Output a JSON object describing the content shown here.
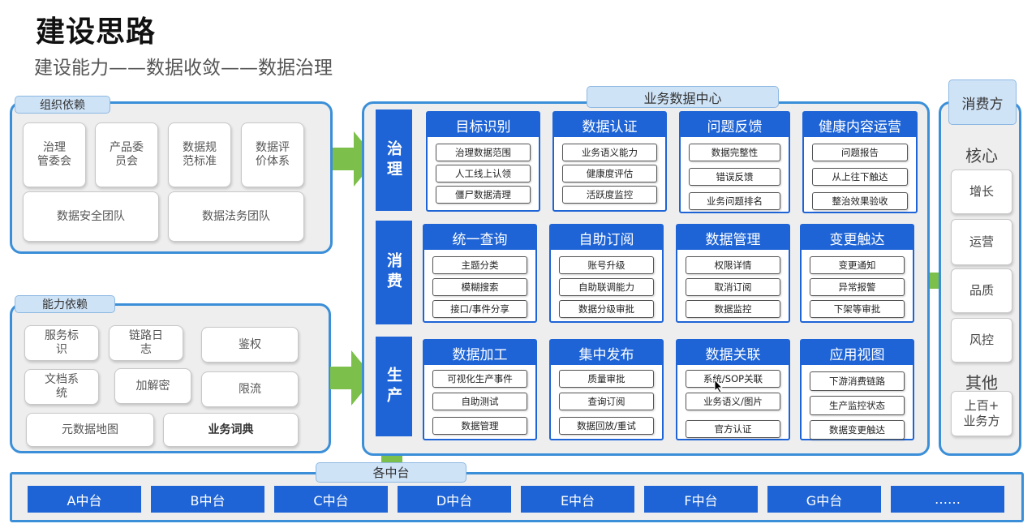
{
  "title": "建设思路",
  "subtitle": "建设能力——数据收敛——数据治理",
  "org": {
    "label": "组织依赖",
    "items": [
      "治理\n管委会",
      "产品委\n员会",
      "数据规\n范标准",
      "数据评\n价体系",
      "数据安全团队",
      "数据法务团队"
    ]
  },
  "ability": {
    "label": "能力依赖",
    "items": [
      "服务标\n识",
      "链路日\n志",
      "鉴权",
      "文档系\n统",
      "加解密",
      "限流",
      "元数据地图",
      "业务词典"
    ]
  },
  "center": {
    "label": "业务数据中心",
    "rows": [
      {
        "label": "治理",
        "cards": [
          {
            "title": "目标识别",
            "items": [
              "治理数据范围",
              "人工线上认领",
              "僵尸数据清理"
            ]
          },
          {
            "title": "数据认证",
            "items": [
              "业务语义能力",
              "健康度评估",
              "活跃度监控"
            ]
          },
          {
            "title": "问题反馈",
            "items": [
              "数据完整性",
              "错误反馈",
              "业务问题排名"
            ]
          },
          {
            "title": "健康内容运营",
            "items": [
              "问题报告",
              "从上往下触达",
              "整治效果验收"
            ]
          }
        ]
      },
      {
        "label": "消费",
        "cards": [
          {
            "title": "统一查询",
            "items": [
              "主题分类",
              "模糊搜索",
              "接口/事件分享"
            ]
          },
          {
            "title": "自助订阅",
            "items": [
              "账号升级",
              "自助联调能力",
              "数据分级审批"
            ]
          },
          {
            "title": "数据管理",
            "items": [
              "权限详情",
              "取消订阅",
              "数据监控"
            ]
          },
          {
            "title": "变更触达",
            "items": [
              "变更通知",
              "异常报警",
              "下架等审批"
            ]
          }
        ]
      },
      {
        "label": "生产",
        "cards": [
          {
            "title": "数据加工",
            "items": [
              "可视化生产事件",
              "自助测试",
              "数据管理"
            ]
          },
          {
            "title": "集中发布",
            "items": [
              "质量审批",
              "查询订阅",
              "数据回放/重试"
            ]
          },
          {
            "title": "数据关联",
            "items": [
              "系统/SOP关联",
              "业务语义/图片",
              "官方认证"
            ]
          },
          {
            "title": "应用视图",
            "items": [
              "下游消费链路",
              "生产监控状态",
              "数据变更触达"
            ]
          }
        ]
      }
    ]
  },
  "consumer": {
    "label": "消费方",
    "core_label": "核心",
    "core_items": [
      "增长",
      "运营",
      "品质",
      "风控"
    ],
    "other_label": "其他",
    "other_item": "上百+\n业务方"
  },
  "platforms": {
    "label": "各中台",
    "items": [
      "A中台",
      "B中台",
      "C中台",
      "D中台",
      "E中台",
      "F中台",
      "G中台",
      "……"
    ]
  },
  "colors": {
    "primary": "#1e64d6",
    "border": "#3b8fd8",
    "arrow": "#7cc04b",
    "tag": "#cfe3f7"
  }
}
